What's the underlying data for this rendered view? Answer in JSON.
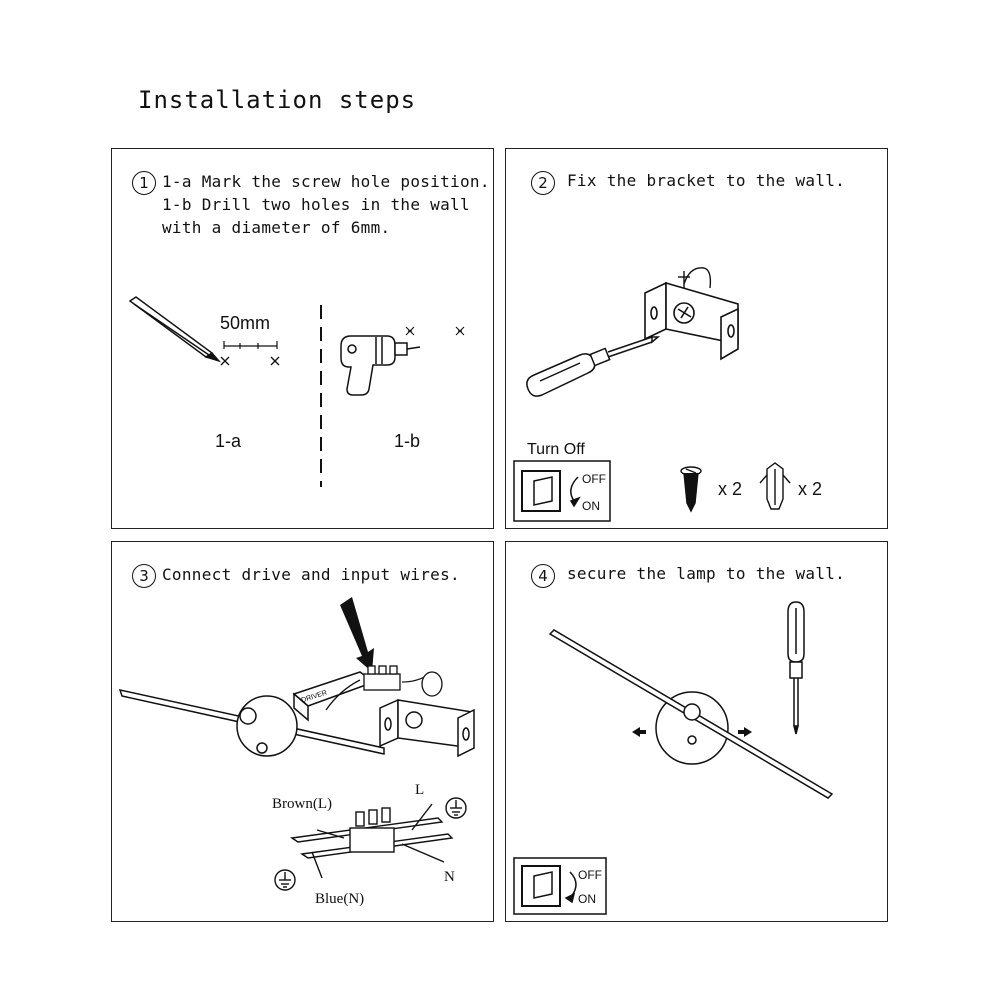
{
  "title": "Installation steps",
  "steps": [
    {
      "number": "1",
      "lines": [
        "1-a Mark the screw hole position.",
        "1-b Drill two holes in the wall",
        "with a diameter of 6mm."
      ],
      "distance_label": "50mm",
      "label_a": "1-a",
      "label_b": "1-b"
    },
    {
      "number": "2",
      "text": "Fix the bracket to the wall.",
      "switch_caption": "Turn Off",
      "switch_off": "OFF",
      "switch_on": "ON",
      "screw_qty": "x 2",
      "anchor_qty": "x 2"
    },
    {
      "number": "3",
      "text": "Connect drive and input wires.",
      "driver_label": "DRIVER",
      "wire_brown": "Brown(L)",
      "wire_l": "L",
      "wire_blue": "Blue(N)",
      "wire_n": "N"
    },
    {
      "number": "4",
      "text": "secure the lamp to the wall.",
      "switch_off": "OFF",
      "switch_on": "ON"
    }
  ]
}
